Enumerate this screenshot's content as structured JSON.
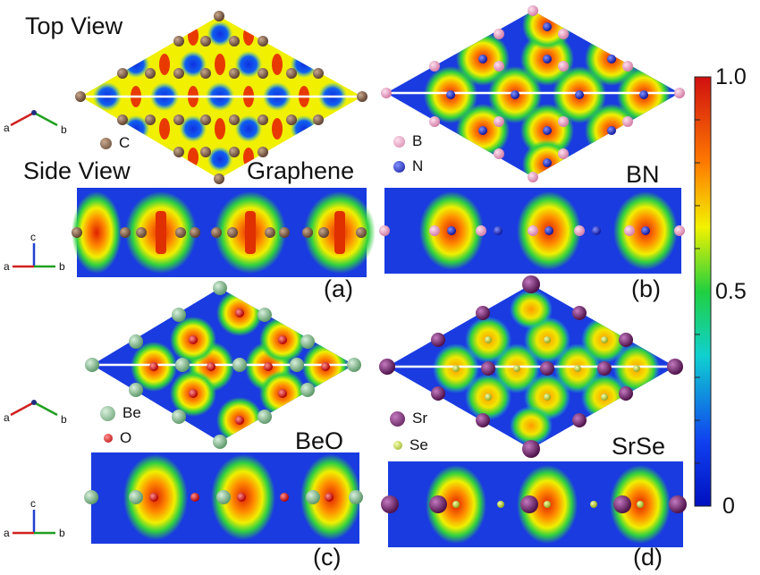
{
  "headings": {
    "top_view": "Top View",
    "side_view": "Side View"
  },
  "materials": {
    "graphene": "Graphene",
    "bn": "BN",
    "beo": "BeO",
    "srse": "SrSe"
  },
  "panel_labels": {
    "a": "(a)",
    "b": "(b)",
    "c": "(c)",
    "d": "(d)"
  },
  "legends": {
    "graphene": [
      {
        "symbol": "C",
        "color": "#7a5c45"
      }
    ],
    "bn": [
      {
        "symbol": "B",
        "color": "#e9a8c4"
      },
      {
        "symbol": "N",
        "color": "#2430c8"
      }
    ],
    "beo": [
      {
        "symbol": "Be",
        "color": "#8fbf9a"
      },
      {
        "symbol": "O",
        "color": "#e02020"
      }
    ],
    "srse": [
      {
        "symbol": "Sr",
        "color": "#7a2a76"
      },
      {
        "symbol": "Se",
        "color": "#c8e04a"
      }
    ]
  },
  "axes": {
    "a": "a",
    "b": "b",
    "c": "c"
  },
  "colorbar": {
    "max": "1.0",
    "mid": "0.5",
    "min": "0",
    "stops": [
      "#d01010",
      "#ff7a00",
      "#f2f200",
      "#20d040",
      "#10d0d0",
      "#1040f0",
      "#0010c0"
    ]
  }
}
